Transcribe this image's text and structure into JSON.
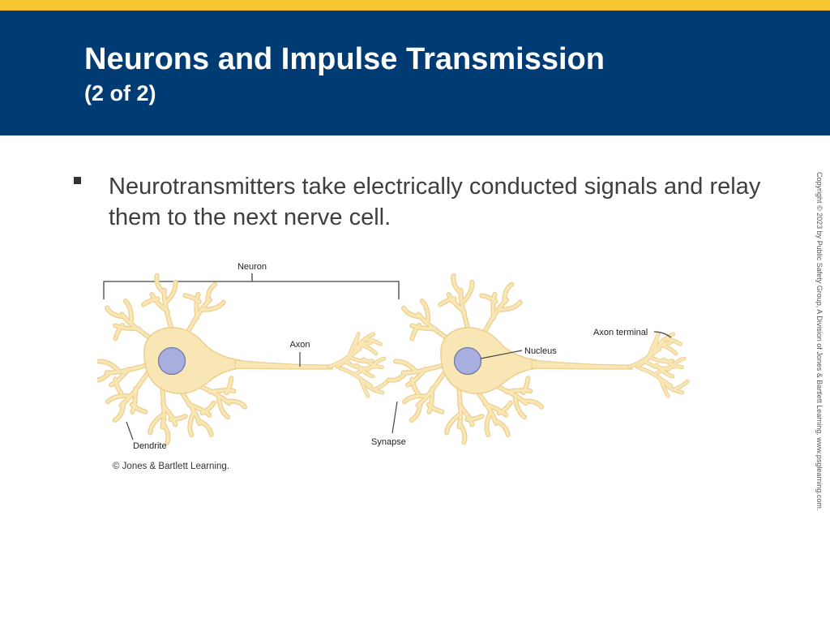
{
  "slide": {
    "title": "Neurons and Impulse Transmission",
    "subtitle": "(2 of 2)",
    "bullet": "Neurotransmitters take electrically conducted signals and relay them to the next nerve cell.",
    "side_copyright": "Copyright © 2023 by Public Safety Group, A Division of Jones & Bartlett Learning. www.psglearning.com.",
    "figure_credit": "© Jones & Bartlett Learning."
  },
  "diagram": {
    "labels": {
      "neuron": "Neuron",
      "axon": "Axon",
      "nucleus": "Nucleus",
      "axon_terminal": "Axon terminal",
      "dendrite": "Dendrite",
      "synapse": "Synapse"
    },
    "colors": {
      "cell_fill": "#F8E6B4",
      "cell_edge": "#EDCF8E",
      "nucleus_fill": "#A8AEDD",
      "nucleus_edge": "#6F78AD",
      "leader_line": "#444444",
      "title_band": "#003B73",
      "accent_stripe": "#F7C531"
    }
  }
}
